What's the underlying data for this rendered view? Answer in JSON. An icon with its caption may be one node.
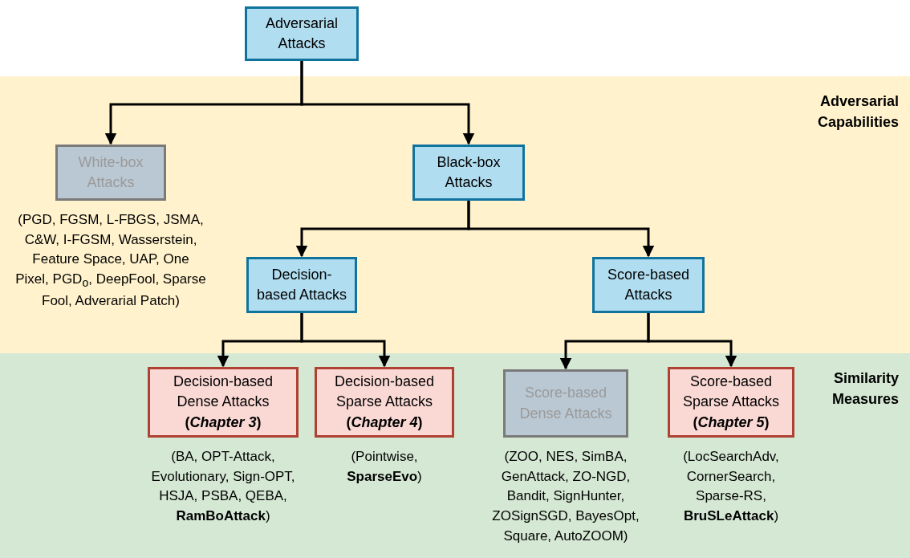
{
  "diagram": {
    "nodes": [
      {
        "text": [
          "Adversarial Attacks"
        ]
      },
      {
        "text": [
          "Adversarial Capabilities"
        ]
      },
      {
        "text": [
          "White-box Attacks"
        ],
        "in": 1,
        "beside": [
          "(PGD, FGSM, L-FBGS, JSMA, C&W, I-FGSM, Wasserstein, Feature Space, UAP, One Pixel, PGD$_{o}$, DeepFool, Sparse Fool, Adverarial Patch)"
        ]
      },
      {
        "text": [
          "Black-box Attacks"
        ],
        "in": 1
      },
      {
        "text": [
          "Decision-based Attacks"
        ],
        "in": 1
      },
      {
        "text": [
          "Score-based Attacks"
        ],
        "in": 1
      },
      {
        "text": [
          "Similarity Measures"
        ]
      },
      {
        "text": [
          "Decision-based Dense Attacks",
          "(*Chapter 3*)"
        ],
        "in": 6,
        "beside": [
          "(BA, OPT-Attack, Evolutionary, Sign-OPT, HSJA, PSBA, QEBA, **RamBoAttack**)"
        ]
      },
      {
        "text": [
          "Decision-based Sparse Attacks",
          "(*Chapter 4*)"
        ],
        "in": 6,
        "beside": [
          "(Pointwise, **SparseEvo**)"
        ]
      },
      {
        "text": [
          "Score-based Dense Attacks"
        ],
        "in": 6,
        "beside": [
          "(ZOO, NES, SimBA, GenAttack,  ZO-NGD, Bandit, SignHunter, ZOSignSGD, BayesOpt, Square, AutoZOOM)"
        ]
      },
      {
        "text": [
          "Score-based Sparse Attacks",
          "(*Chapter 5*)"
        ],
        "in": 6,
        "beside": [
          "(LocSearchAdv, CornerSearch, Sparse-RS, **BruSLeAttack**)"
        ]
      }
    ],
    "edges": [
      {
        "from": 0,
        "to": 2,
        "arrow": "to"
      },
      {
        "from": 0,
        "to": 3,
        "arrow": "to"
      },
      {
        "from": 3,
        "to": 4,
        "arrow": "to"
      },
      {
        "from": 3,
        "to": 5,
        "arrow": "to"
      },
      {
        "from": 4,
        "to": 7,
        "arrow": "to"
      },
      {
        "from": 4,
        "to": 8,
        "arrow": "to"
      },
      {
        "from": 5,
        "to": 9,
        "arrow": "to"
      },
      {
        "from": 5,
        "to": 10,
        "arrow": "to"
      }
    ]
  }
}
